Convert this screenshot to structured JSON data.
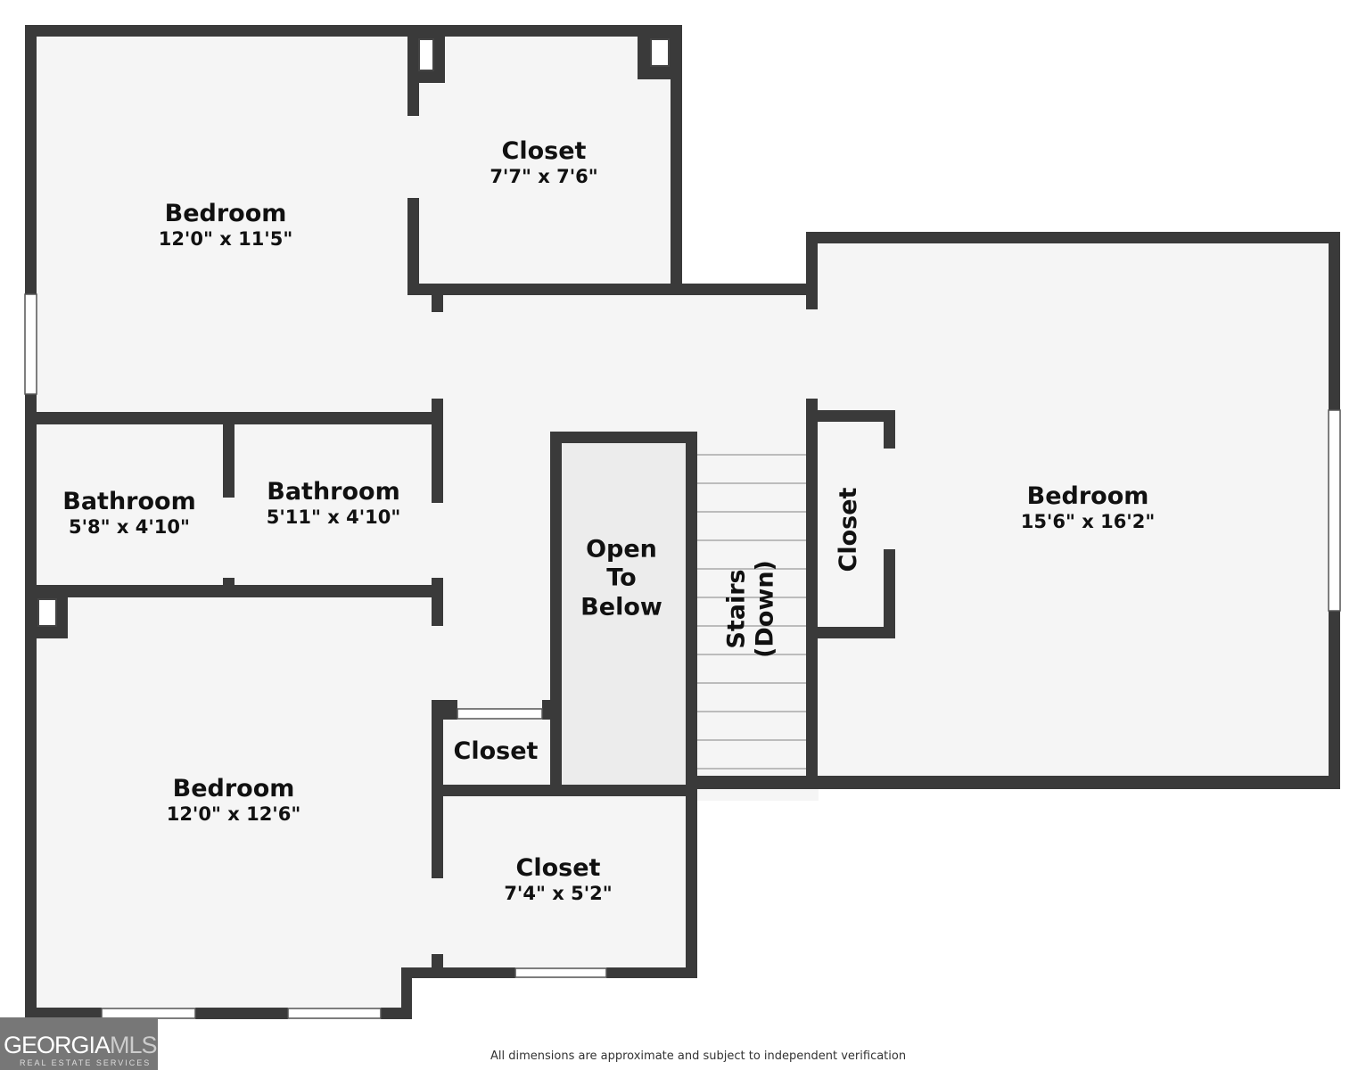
{
  "rooms": [
    {
      "name": "Bedroom",
      "dims": "12'0\" x 11'5\""
    },
    {
      "name": "Closet",
      "dims": "7'7\" x 7'6\""
    },
    {
      "name": "Bathroom",
      "dims": "5'8\" x 4'10\""
    },
    {
      "name": "Bathroom",
      "dims": "5'11\" x 4'10\""
    },
    {
      "name": "Bedroom",
      "dims": "12'0\" x 12'6\""
    },
    {
      "name": "Closet"
    },
    {
      "name": "Closet",
      "dims": "7'4\" x 5'2\""
    },
    {
      "name": "Open To Below"
    },
    {
      "name": "Stairs (Down)"
    },
    {
      "name": "Closet"
    },
    {
      "name": "Bedroom",
      "dims": "15'6\" x 16'2\""
    }
  ],
  "labels": {
    "open_line1": "Open",
    "open_line2": "To",
    "open_line3": "Below",
    "stairs_line1": "Stairs",
    "stairs_line2": "(Down)"
  },
  "footer": "All dimensions are approximate and subject to independent verification",
  "logo": {
    "main": "GEORGIA",
    "accent": "MLS",
    "sub": "REAL ESTATE SERVICES"
  },
  "colors": {
    "wall": "#3a3a3a",
    "floor": "#f5f5f5",
    "open_below": "#ececec"
  }
}
